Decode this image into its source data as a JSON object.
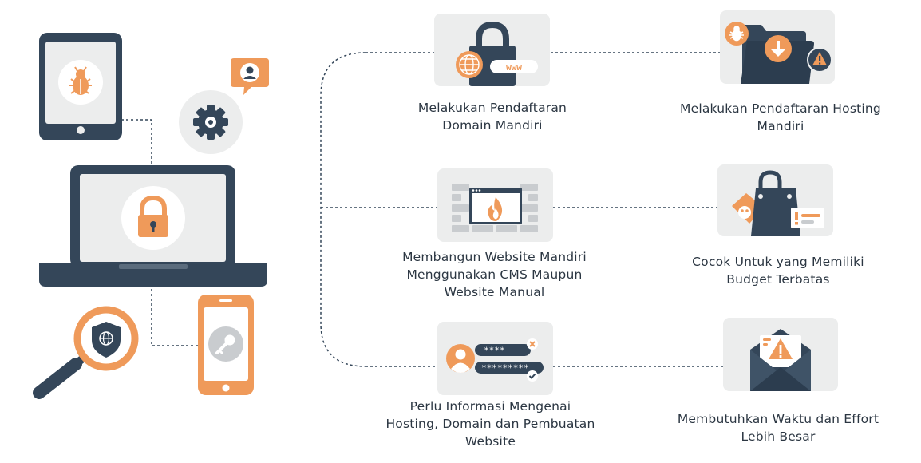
{
  "colors": {
    "navy": "#344659",
    "orange": "#ef9a5a",
    "tile_bg": "#eceded",
    "text": "#2b3642",
    "line": "#344659"
  },
  "left_illustration": {
    "icons": [
      "tablet-bug-icon",
      "chat-user-icon",
      "gear-icon",
      "laptop-lock-icon",
      "magnifier-shield-icon",
      "phone-key-icon"
    ]
  },
  "items": [
    {
      "icon": "domain-lock-www-icon",
      "lines": [
        "Melakukan Pendaftaran",
        "Domain Mandiri"
      ]
    },
    {
      "icon": "folder-download-warning-icon",
      "lines": [
        "Melakukan Pendaftaran Hosting",
        "Mandiri"
      ]
    },
    {
      "icon": "firewall-cms-icon",
      "lines": [
        "Membangun Website Mandiri",
        "Menggunakan CMS Maupun",
        "Website Manual"
      ]
    },
    {
      "icon": "shopping-bag-budget-icon",
      "lines": [
        "Cocok Untuk yang Memiliki",
        "Budget Terbatas"
      ]
    },
    {
      "icon": "user-password-form-icon",
      "lines": [
        "Perlu Informasi Mengenai",
        "Hosting, Domain dan Pembuatan",
        "Website"
      ]
    },
    {
      "icon": "envelope-alert-icon",
      "lines": [
        "Membutuhkan Waktu dan Effort",
        "Lebih Besar"
      ]
    }
  ]
}
